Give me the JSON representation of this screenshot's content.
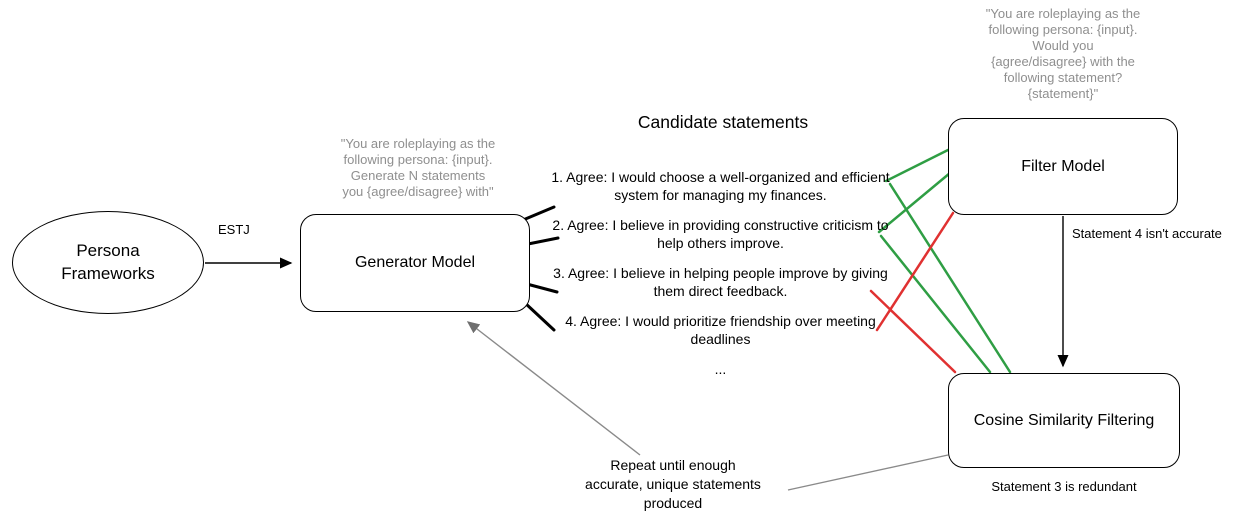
{
  "persona_frameworks": {
    "label": "Persona\nFrameworks"
  },
  "estj_label": "ESTJ",
  "generator": {
    "label": "Generator Model",
    "prompt": "\"You are roleplaying as the\nfollowing persona: {input}.\nGenerate N statements\nyou {agree/disagree} with\""
  },
  "candidates": {
    "title": "Candidate statements",
    "items": [
      "1. Agree: I would choose a well-organized and efficient system for managing my finances.",
      "2. Agree: I believe in providing constructive criticism to help others improve.",
      "3. Agree: I believe in helping people improve by giving them direct feedback.",
      "4. Agree: I would prioritize friendship over meeting deadlines",
      "..."
    ]
  },
  "filter": {
    "label": "Filter Model",
    "prompt": "\"You are roleplaying as the\nfollowing persona: {input}.\nWould you\n{agree/disagree} with the\nfollowing statement?\n{statement}\""
  },
  "cosine": {
    "label": "Cosine Similarity Filtering"
  },
  "annotations": {
    "statement4": "Statement 4 isn't accurate",
    "statement3": "Statement 3 is redundant",
    "repeat": "Repeat until enough\naccurate, unique statements\nproduced"
  },
  "colors": {
    "accept": "#2f9e44",
    "reject": "#e03131",
    "muted_line": "#8a8a8a",
    "black_line": "#000000",
    "prompt_gray": "#8f8f8f"
  }
}
